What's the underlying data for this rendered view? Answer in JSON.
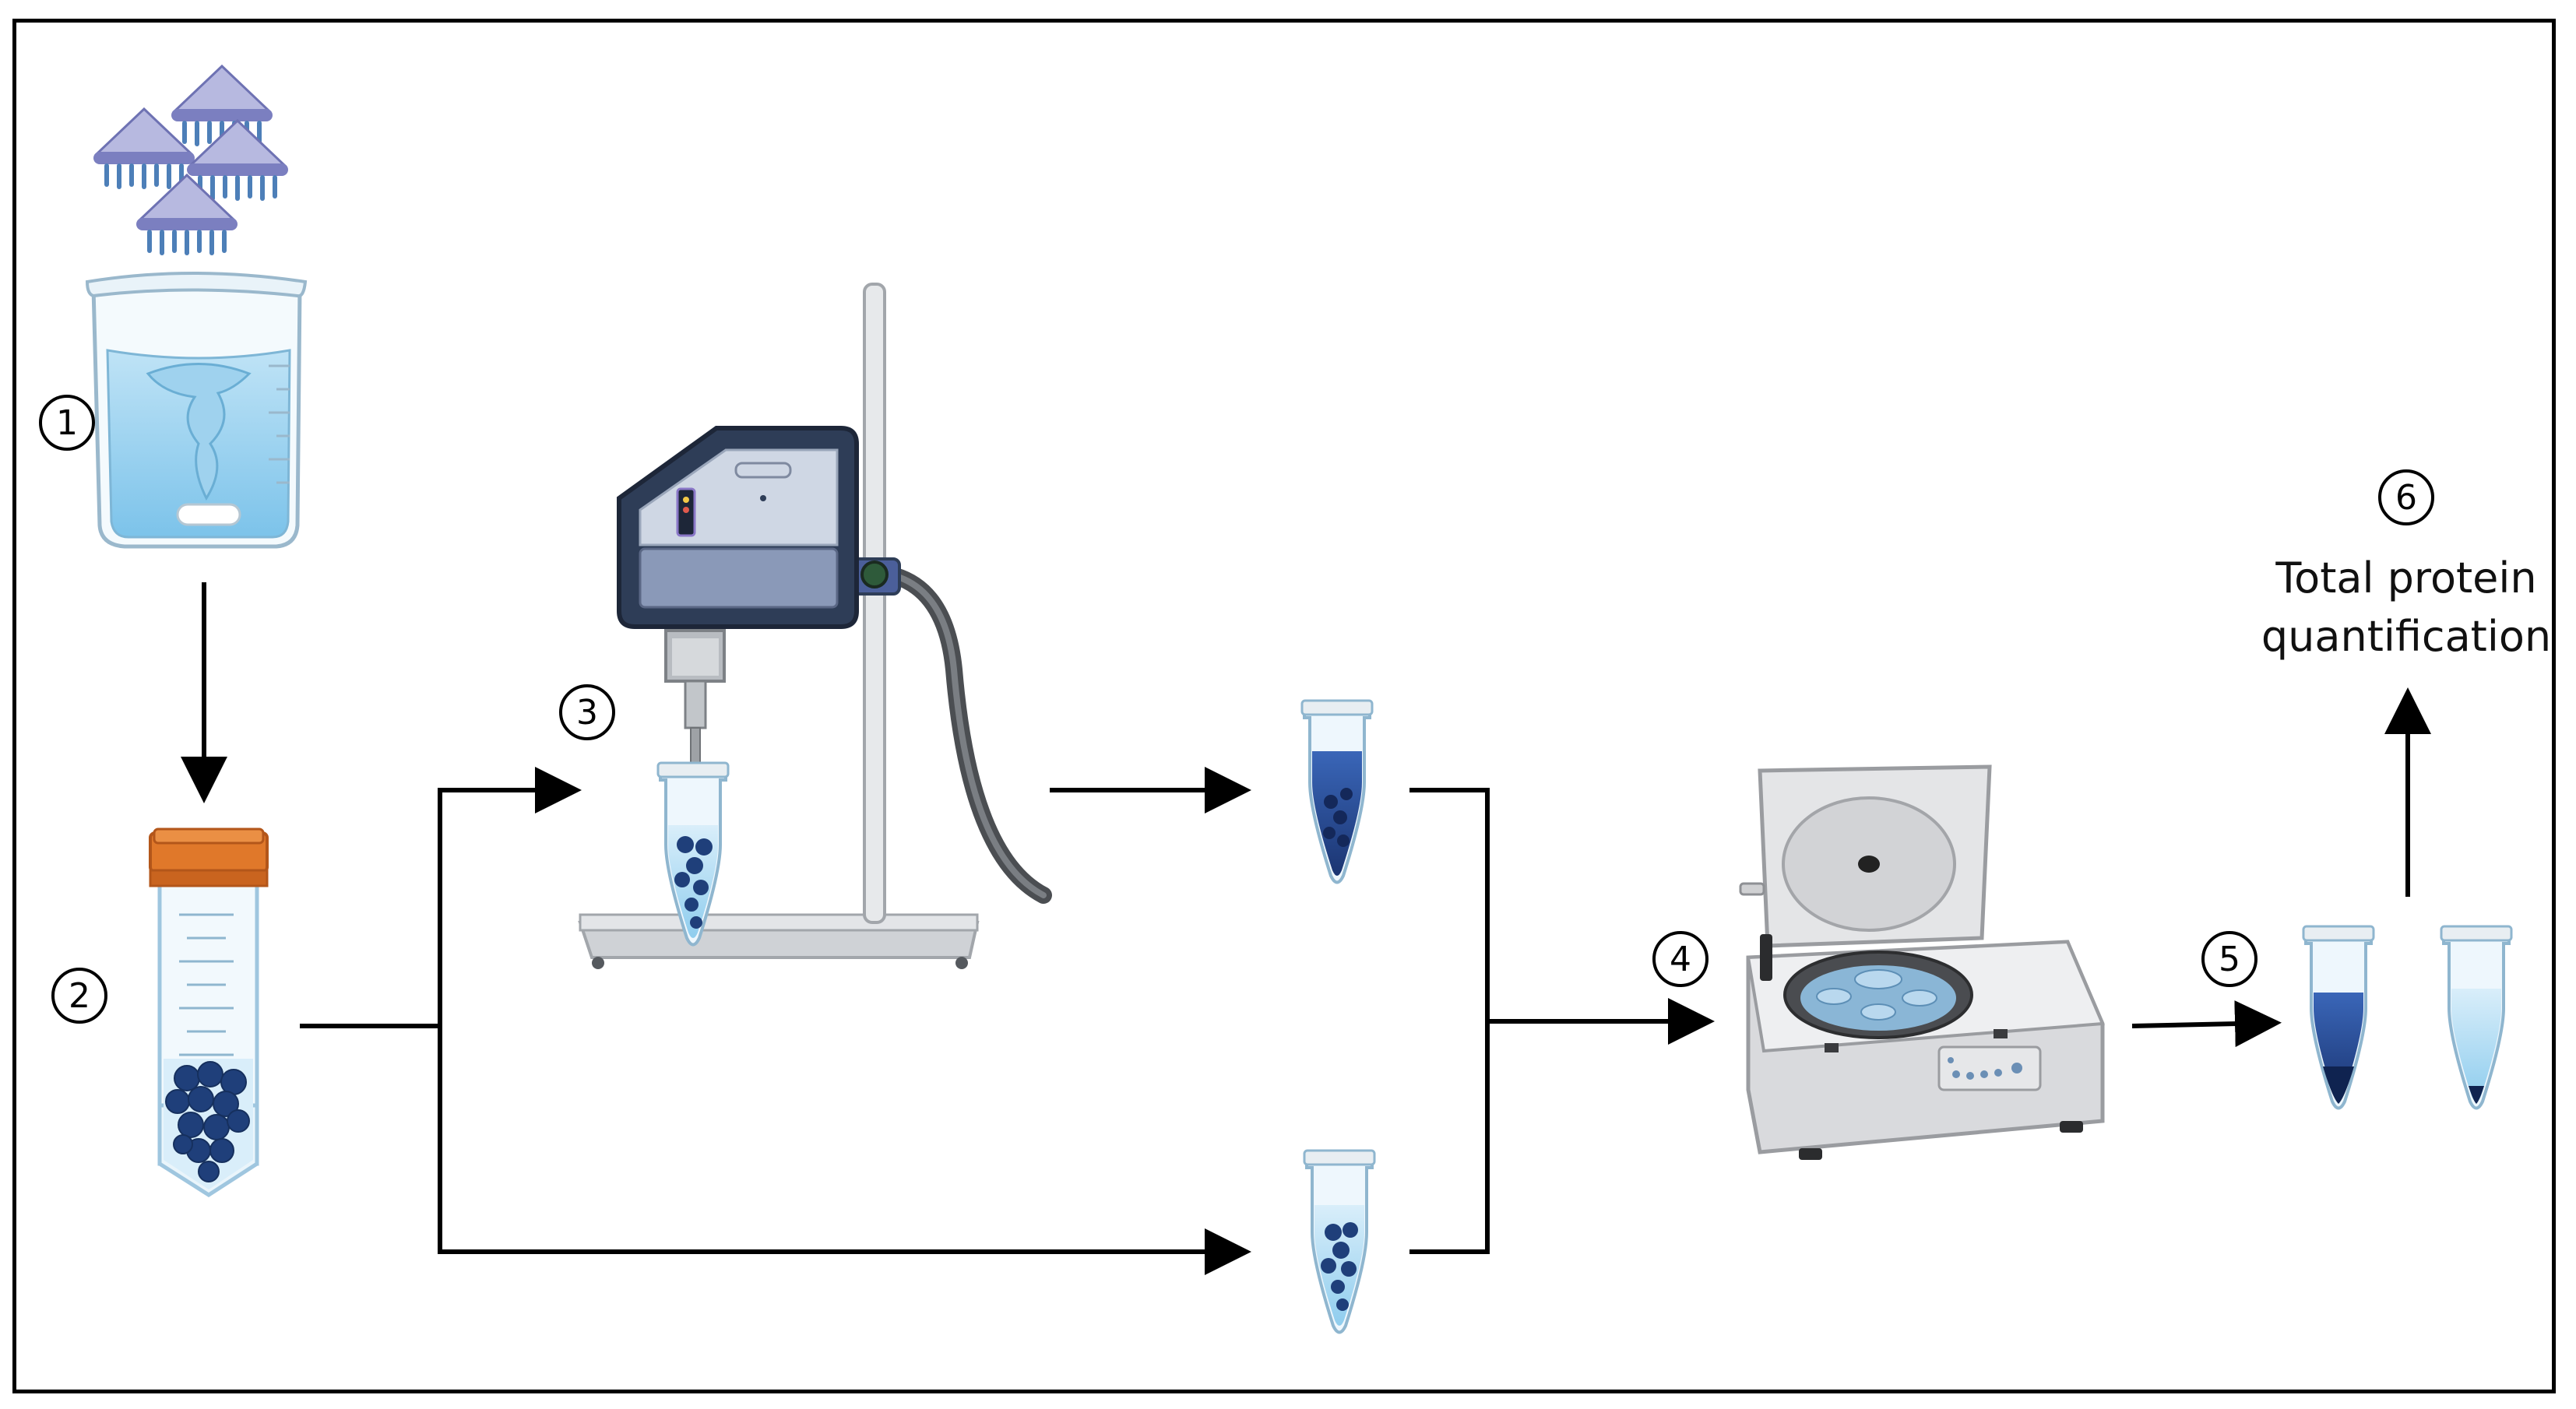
{
  "steps": [
    {
      "number": "1"
    },
    {
      "number": "2"
    },
    {
      "number": "3"
    },
    {
      "number": "4"
    },
    {
      "number": "5"
    },
    {
      "number": "6",
      "label_line1": "Total protein",
      "label_line2": "quantification"
    }
  ],
  "colors": {
    "outline": "#000000",
    "dark_blue": "#1f3f7a",
    "mid_blue": "#2c56a0",
    "light_blue": "#a8d4f0",
    "pale_blue": "#d6ecf8",
    "orange_cap": "#e0782a",
    "device_navy": "#2e3d57",
    "centrifuge_grey": "#d9dadd",
    "nanoparticle_purple": "#7b7fc0"
  },
  "icons": [
    "nanoparticle-icon",
    "beaker-icon",
    "falcon-tube-icon",
    "homogenizer-icon",
    "microtube-icon",
    "centrifuge-icon"
  ]
}
